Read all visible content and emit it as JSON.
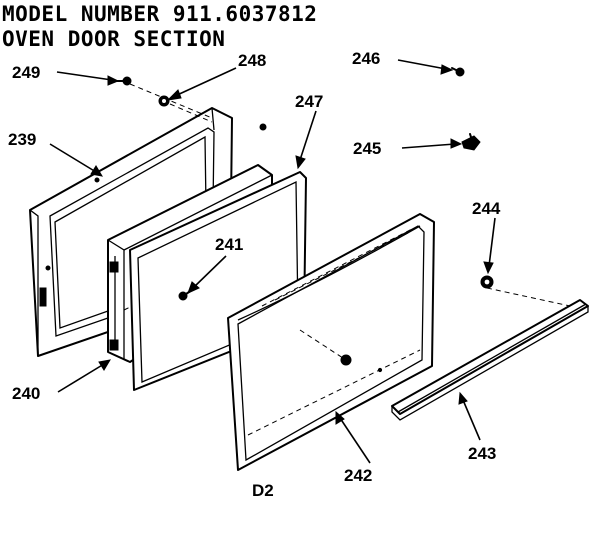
{
  "header": {
    "line1": "MODEL NUMBER  911.6037812",
    "line2": "OVEN DOOR SECTION"
  },
  "callouts": [
    {
      "id": "249",
      "label": "249"
    },
    {
      "id": "248",
      "label": "248"
    },
    {
      "id": "246",
      "label": "246"
    },
    {
      "id": "247",
      "label": "247"
    },
    {
      "id": "239",
      "label": "239"
    },
    {
      "id": "245",
      "label": "245"
    },
    {
      "id": "244",
      "label": "244"
    },
    {
      "id": "241",
      "label": "241"
    },
    {
      "id": "240",
      "label": "240"
    },
    {
      "id": "242",
      "label": "242"
    },
    {
      "id": "243",
      "label": "243"
    }
  ],
  "diagram_code": "D2"
}
